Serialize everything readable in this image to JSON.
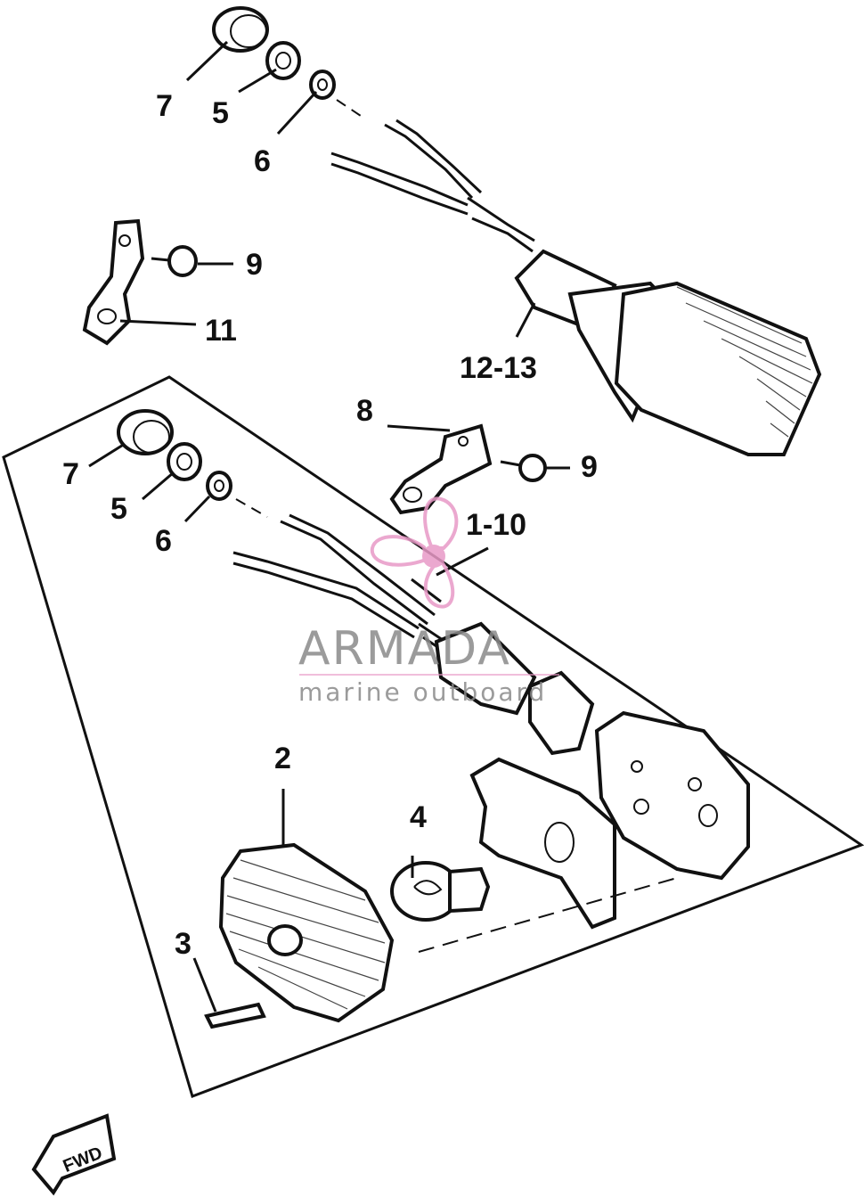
{
  "callouts": {
    "top_7": "7",
    "top_5": "5",
    "top_6": "6",
    "top_9": "9",
    "top_11": "11",
    "top_12_13": "12-13",
    "mid_8": "8",
    "mid_9": "9",
    "mid_1_10": "1-10",
    "mid_7": "7",
    "mid_5": "5",
    "mid_6": "6",
    "low_2": "2",
    "low_4": "4",
    "low_3": "3"
  },
  "fwd_tag": "FWD",
  "watermark": {
    "title": "ARMADA",
    "subtitle": "marine outboard",
    "logo_color": "#e89ac7",
    "text_color": "#8a8a8a"
  }
}
